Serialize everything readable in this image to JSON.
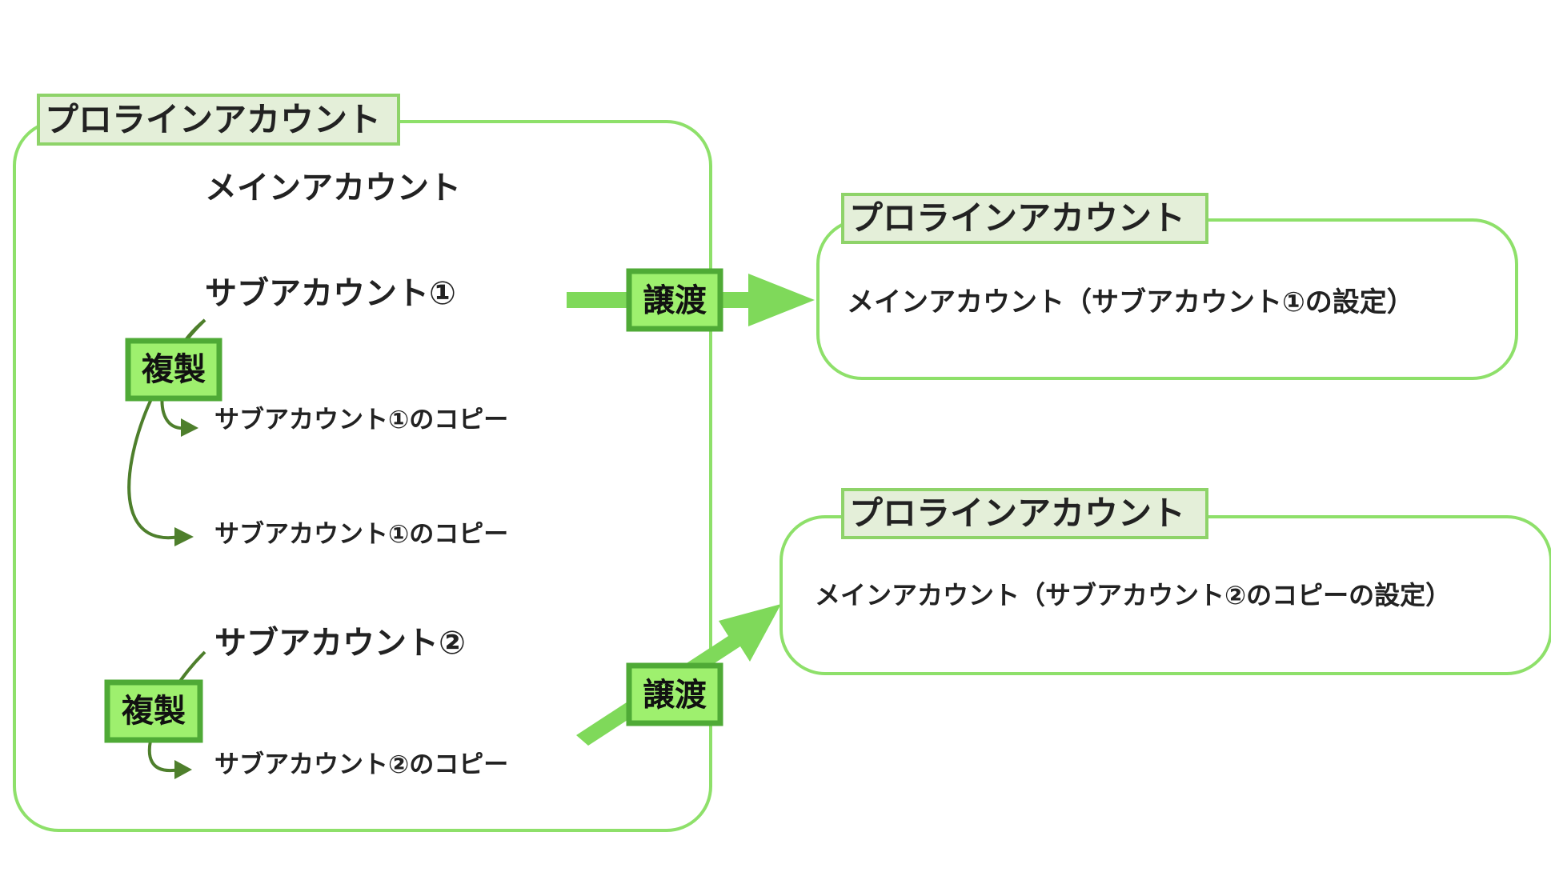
{
  "left_group": {
    "tab": "プロラインアカウント",
    "main_account": "メインアカウント",
    "sub_account_1": "サブアカウント①",
    "copy_1a": "サブアカウント①のコピー",
    "copy_1b": "サブアカウント①のコピー",
    "sub_account_2": "サブアカウント②",
    "copy_2": "サブアカウント②のコピー",
    "duplicate_1": "複製",
    "duplicate_2": "複製"
  },
  "transfers": [
    {
      "label": "譲渡"
    },
    {
      "label": "譲渡"
    }
  ],
  "right_top": {
    "tab": "プロラインアカウント",
    "content": "メインアカウント（サブアカウント①の設定）"
  },
  "right_bottom": {
    "tab": "プロラインアカウント",
    "content": "メインアカウント（サブアカウント②のコピーの設定）"
  },
  "colors": {
    "box_border": "#8ee06a",
    "tab_fill": "#e4efd9",
    "tab_border": "#8ed369",
    "action_fill": "#9ef06e",
    "action_border": "#4faa36",
    "arrow_light": "#7fd95a",
    "arrow_dark": "#4e7f2c"
  }
}
